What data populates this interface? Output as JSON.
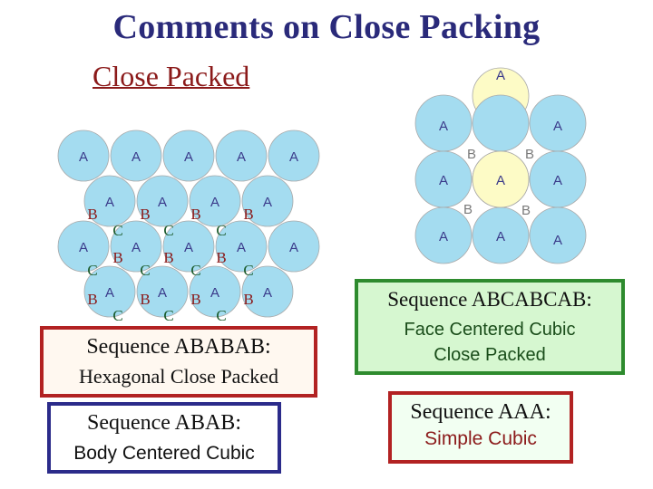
{
  "title": "Comments on Close Packing",
  "subtitle": "Close Packed",
  "left_figure": {
    "a_label": "A",
    "b_label": "B",
    "c_label": "C"
  },
  "right_figure": {
    "a_label": "A",
    "b_label": "B"
  },
  "hcp_box": {
    "sequence": "Sequence ABABAB:",
    "description": "Hexagonal Close Packed"
  },
  "bcc_box": {
    "sequence": "Sequence ABAB:",
    "description": "Body Centered Cubic"
  },
  "fcc_box": {
    "sequence": "Sequence ABCABCAB:",
    "description_line1": "Face Centered Cubic",
    "description_line2": "Close Packed"
  },
  "sc_box": {
    "sequence": "Sequence AAA:",
    "description": "Simple Cubic"
  },
  "colors": {
    "title": "#2a2a7a",
    "sphere": "#a4dcf0",
    "sphere_light": "#fdfbc6",
    "label_b": "#8b1a1a",
    "label_c": "#1a5a2a",
    "hcp_border": "#b22222",
    "bcc_border": "#2b2b8a",
    "fcc_border": "#2e8b2e",
    "fcc_fill": "#d6f7d0"
  }
}
